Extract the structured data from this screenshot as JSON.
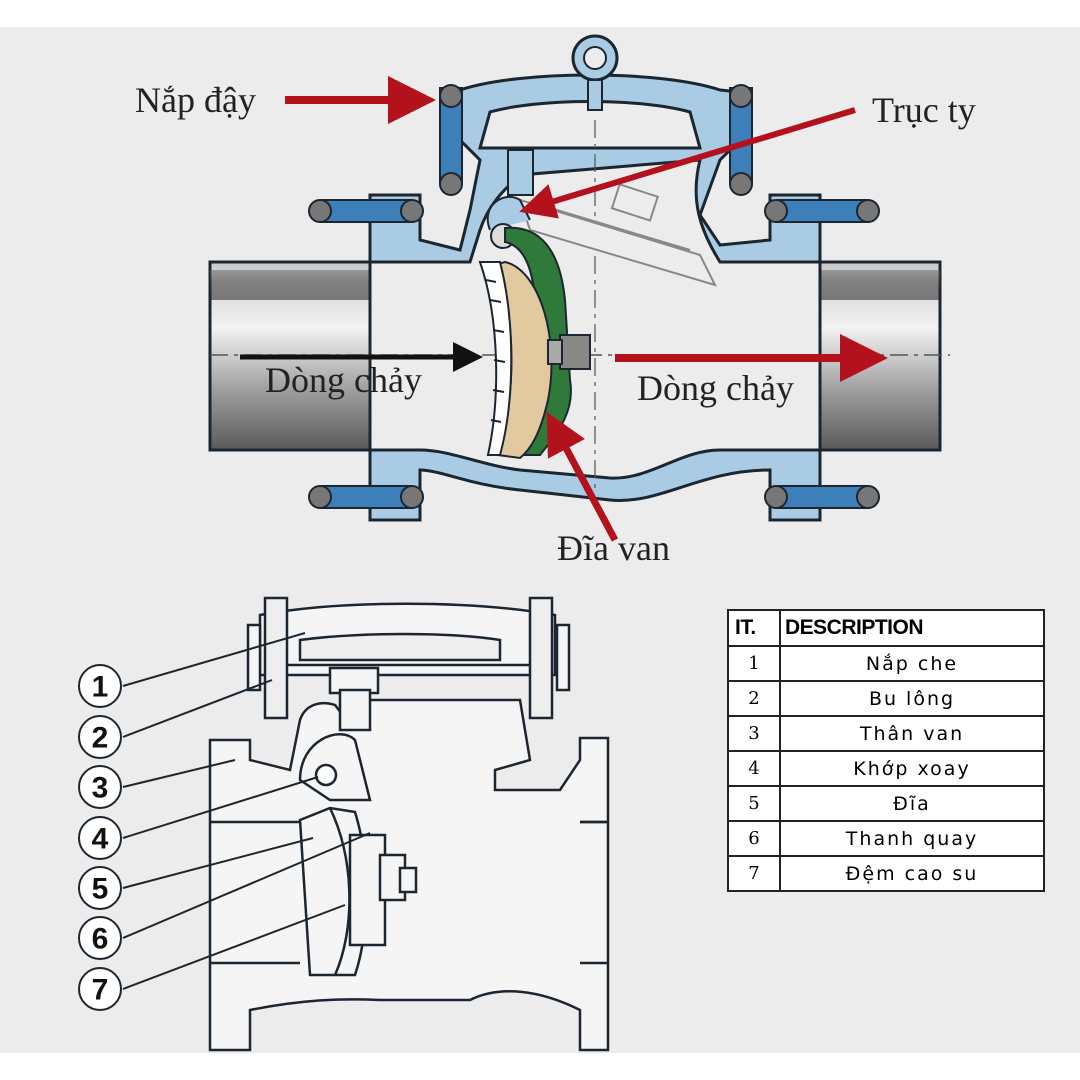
{
  "top_labels": {
    "cover": "Nắp đậy",
    "stem": "Trục ty",
    "flow_in": "Dòng chảy",
    "flow_out": "Dòng chảy",
    "disc": "Đĩa van"
  },
  "callouts": [
    "1",
    "2",
    "3",
    "4",
    "5",
    "6",
    "7"
  ],
  "parts_table": {
    "headers": [
      "IT.",
      "DESCRIPTION"
    ],
    "rows": [
      {
        "it": "1",
        "description": "Nắp che"
      },
      {
        "it": "2",
        "description": "Bu lông"
      },
      {
        "it": "3",
        "description": "Thân van"
      },
      {
        "it": "4",
        "description": "Khớp xoay"
      },
      {
        "it": "5",
        "description": "Đĩa"
      },
      {
        "it": "6",
        "description": "Thanh quay"
      },
      {
        "it": "7",
        "description": "Đệm cao su"
      }
    ]
  },
  "colors": {
    "background": "#ececec",
    "valve_body": "#a9cbe3",
    "valve_outline": "#1b2630",
    "bolt_blue": "#3d7fb8",
    "arm_green": "#2f7a3b",
    "disc_tan": "#e2c9a0",
    "arrow_red": "#b3121d"
  }
}
